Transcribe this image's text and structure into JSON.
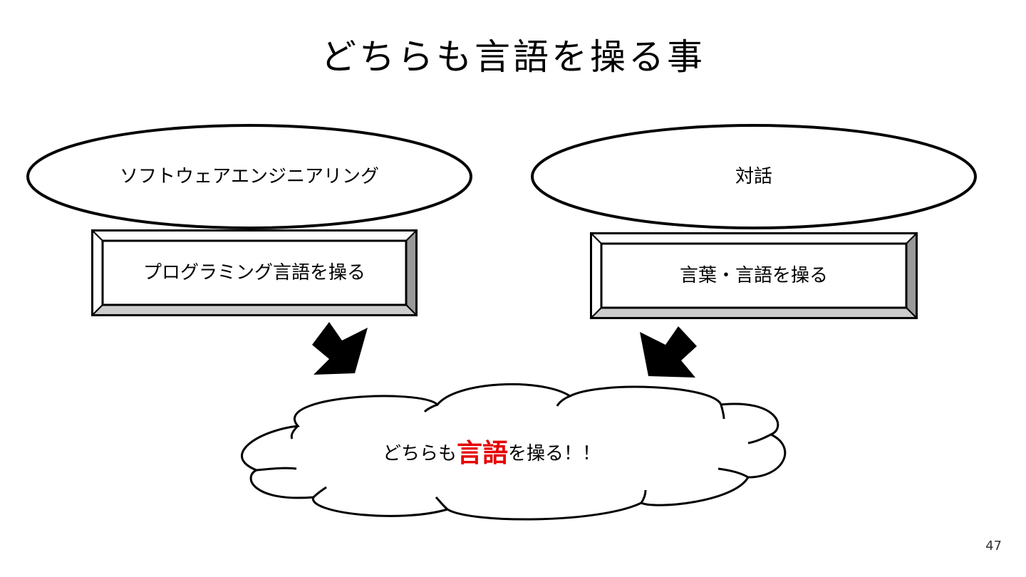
{
  "title": "どちらも言語を操る事",
  "left": {
    "ellipse_label": "ソフトウェアエンジニアリング",
    "box_label": "プログラミング言語を操る"
  },
  "right": {
    "ellipse_label": "対話",
    "box_label": "言葉・言語を操る"
  },
  "conclusion": {
    "prefix": "どちらも",
    "emphasis": "言語",
    "suffix": "を操る！！",
    "emphasis_color": "#e60000"
  },
  "page_number": "47"
}
